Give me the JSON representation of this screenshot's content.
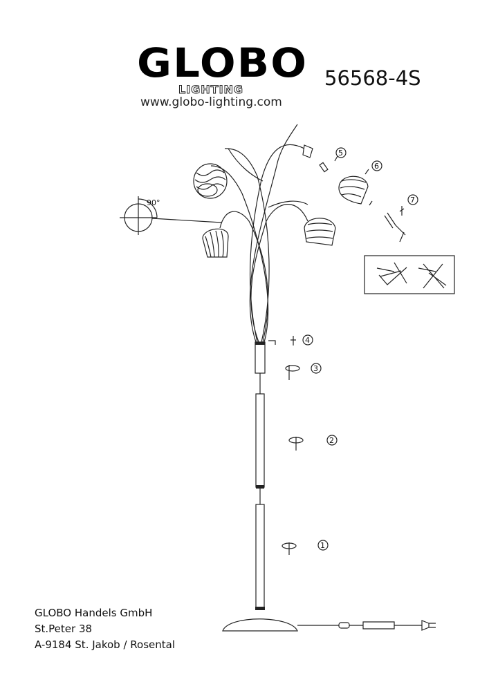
{
  "header": {
    "logo_text": "GLOBO",
    "logo_subtext": "LIGHTING",
    "website": "www.globo-lighting.com",
    "model_number": "56568-4S"
  },
  "diagram": {
    "angle_label": "90°",
    "steps": [
      "1",
      "2",
      "3",
      "4",
      "5",
      "6",
      "7"
    ]
  },
  "footer": {
    "company": "GLOBO Handels GmbH",
    "street": "St.Peter 38",
    "city": "A-9184 St. Jakob / Rosental"
  }
}
